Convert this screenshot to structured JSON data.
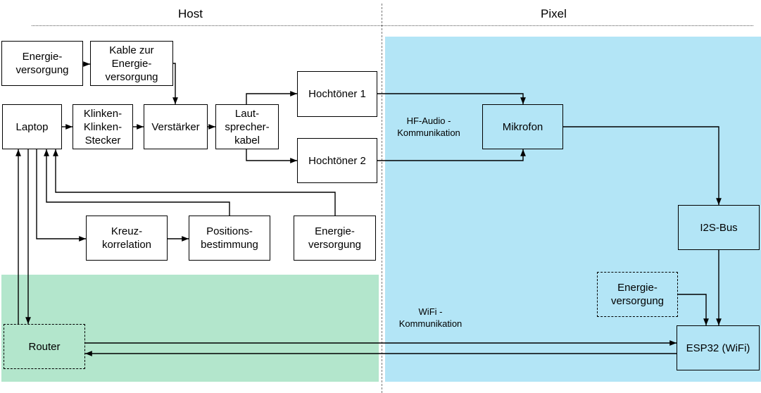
{
  "zones": {
    "host": "Host",
    "pixel": "Pixel"
  },
  "nodes": {
    "power_supply_top": "Energie-\nversorgung",
    "power_cable": "Kable zur\nEnergie-\nversorgung",
    "laptop": "Laptop",
    "jack_plug": "Klinken-\nKlinken-\nStecker",
    "amplifier": "Verstärker",
    "speaker_cable": "Laut-\nsprecher-\nkabel",
    "tweeter_1": "Hochtöner 1",
    "tweeter_2": "Hochtöner 2",
    "cross_correlation": "Kreuz-\nkorrelation",
    "position_determination": "Positions-\nbestimmung",
    "power_supply_laptop": "Energie-\nversorgung",
    "microphone": "Mikrofon",
    "i2s_bus": "I2S-Bus",
    "power_supply_pixel": "Energie-\nversorgung",
    "esp32": "ESP32 (WiFi)",
    "router": "Router"
  },
  "notes": {
    "hf_audio": "HF-Audio -\nKommunikation",
    "wifi": "WiFi -\nKommunikation"
  }
}
